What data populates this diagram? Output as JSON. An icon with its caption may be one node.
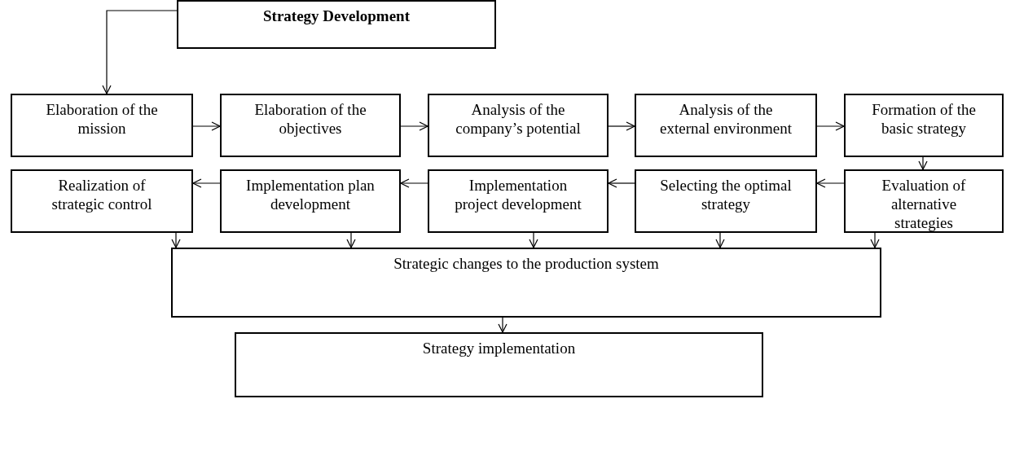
{
  "diagram": {
    "nodes": [
      {
        "text": [
          "Strategy Development"
        ]
      },
      {
        "text": [
          "Elaboration of the mission"
        ]
      },
      {
        "text": [
          "Elaboration of the objectives"
        ]
      },
      {
        "text": [
          "Analysis of the company’s potential"
        ]
      },
      {
        "text": [
          "Analysis of the external environment"
        ]
      },
      {
        "text": [
          "Formation of the basic strategy"
        ]
      },
      {
        "text": [
          "Realization of strategic control"
        ]
      },
      {
        "text": [
          "Implementation plan development"
        ]
      },
      {
        "text": [
          "Implementation project development"
        ]
      },
      {
        "text": [
          "Selecting the optimal strategy"
        ]
      },
      {
        "text": [
          "Evaluation of alternative strategies"
        ]
      },
      {
        "text": [
          "Strategic changes to the production system"
        ]
      },
      {
        "text": [
          "Strategy implementation"
        ]
      }
    ],
    "edges": [
      {
        "from": 0,
        "to": 1,
        "arrow": "to"
      },
      {
        "from": 1,
        "to": 2,
        "arrow": "to"
      },
      {
        "from": 2,
        "to": 3,
        "arrow": "to"
      },
      {
        "from": 3,
        "to": 4,
        "arrow": "to"
      },
      {
        "from": 4,
        "to": 5,
        "arrow": "to"
      },
      {
        "from": 5,
        "to": 10,
        "arrow": "to"
      },
      {
        "from": 10,
        "to": 9,
        "arrow": "to"
      },
      {
        "from": 9,
        "to": 8,
        "arrow": "to"
      },
      {
        "from": 8,
        "to": 7,
        "arrow": "to"
      },
      {
        "from": 7,
        "to": 6,
        "arrow": "to"
      },
      {
        "from": 6,
        "to": 11,
        "arrow": "to"
      },
      {
        "from": 7,
        "to": 11,
        "arrow": "to"
      },
      {
        "from": 8,
        "to": 11,
        "arrow": "to"
      },
      {
        "from": 9,
        "to": 11,
        "arrow": "to"
      },
      {
        "from": 10,
        "to": 11,
        "arrow": "to"
      },
      {
        "from": 11,
        "to": 12,
        "arrow": "to"
      }
    ]
  }
}
